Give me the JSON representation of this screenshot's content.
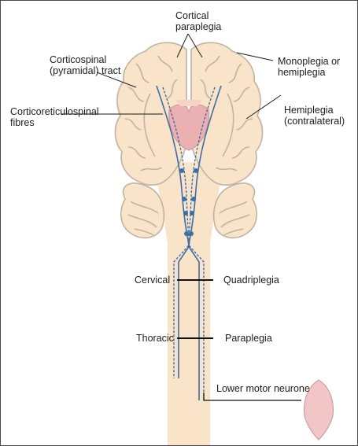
{
  "labels": {
    "cortical_paraplegia": "Cortical\nparaplegia",
    "corticospinal_tract": "Corticospinal\n(pyramidal) tract",
    "monoplegia": "Monoplegia or\nhemiplegia",
    "corticoreticulospinal": "Corticoreticulospinal\nfibres",
    "hemiplegia": "Hemiplegia\n(contralateral)",
    "cervical": "Cervical",
    "quadriplegia": "Quadriplegia",
    "thoracic": "Thoracic",
    "paraplegia": "Paraplegia",
    "lower_motor_neurone": "Lower motor neurone"
  },
  "colors": {
    "brain_fill": "#f9e4c9",
    "brain_outline": "#bfb3a3",
    "tract": "#3d6fa6",
    "nucleus": "#eab0b2",
    "muscle": "#f2c6c6",
    "leader": "#1c1c1c"
  }
}
